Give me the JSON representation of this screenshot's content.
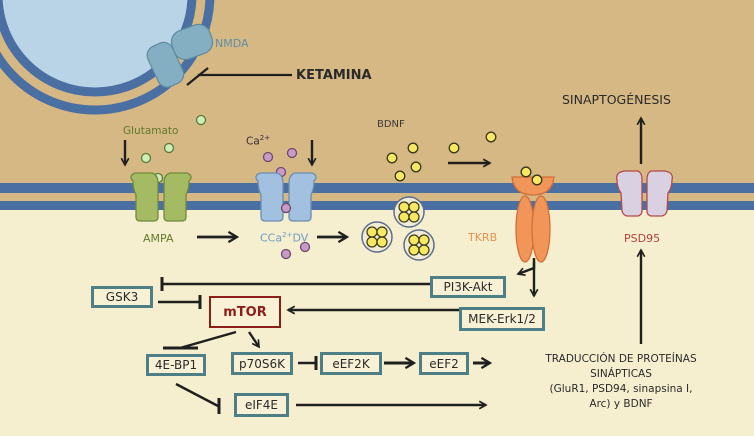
{
  "diagram": {
    "colors": {
      "extracellular": "#d6b884",
      "intracellular": "#f6efcf",
      "membrane": "#4a6fa3",
      "vesicle_fill": "#b9d4e6",
      "nmda": "#84aec2",
      "ampa": "#a5bb63",
      "cca_channel": "#a2c0df",
      "trkb": "#f19558",
      "psd95": "#d9d0e2",
      "glutamate": "#cfeeb6",
      "calcium": "#c79bc5",
      "bdnf": "#f6e764",
      "box_border": "#4e7f86",
      "mtor_border": "#8b1d1a",
      "arrow": "#1f1f1f"
    },
    "labels": {
      "nmda": "NMDA",
      "ketamina": "KETAMINA",
      "glutamato": "Glutamato",
      "calcium": "Ca",
      "calcium_sup": "2+",
      "bdnf": "BDNF",
      "sinaptogenesis": "SINAPTOGÉNESIS",
      "ampa": "AMPA",
      "cca_prefix": "CCa",
      "cca_sup": "2+",
      "cca_suffix": "DV",
      "tkrb": "TKRB",
      "psd95": "PSD95"
    },
    "nodes": {
      "pi3k_akt": "PI3K-Akt",
      "mek_erk": "MEK-Erk1/2",
      "gsk3": "GSK3",
      "mtor": "mTOR",
      "e4bp1": "4E-BP1",
      "p70s6k": "p70S6K",
      "eef2k": "eEF2K",
      "eef2": "eEF2",
      "eif4e": "eIF4E"
    },
    "translation": {
      "line1": "TRADUCCIÓN DE PROTEÍNAS",
      "line2": "SINÁPTICAS",
      "line3": "(GluR1, PSD94, sinapsina I,",
      "line4": "Arc) y BDNF"
    },
    "edges": [
      {
        "from": "Ketamina",
        "to": "NMDA",
        "type": "inhibition"
      },
      {
        "from": "Glutamato",
        "to": "AMPA",
        "type": "activation"
      },
      {
        "from": "AMPA",
        "to": "CCa2+DV",
        "type": "activation"
      },
      {
        "from": "CCa2+DV",
        "to": "BDNF vesicles",
        "type": "activation"
      },
      {
        "from": "BDNF",
        "to": "TKRB",
        "type": "activation"
      },
      {
        "from": "TKRB",
        "to": "PI3K-Akt",
        "type": "activation"
      },
      {
        "from": "TKRB",
        "to": "MEK-Erk1/2",
        "type": "activation"
      },
      {
        "from": "PI3K-Akt",
        "to": "GSK3",
        "type": "inhibition"
      },
      {
        "from": "MEK-Erk1/2",
        "to": "mTOR",
        "type": "activation"
      },
      {
        "from": "GSK3",
        "to": "mTOR",
        "type": "inhibition"
      },
      {
        "from": "mTOR",
        "to": "4E-BP1",
        "type": "inhibition"
      },
      {
        "from": "mTOR",
        "to": "p70S6K",
        "type": "activation"
      },
      {
        "from": "p70S6K",
        "to": "eEF2K",
        "type": "inhibition"
      },
      {
        "from": "eEF2K",
        "to": "eEF2",
        "type": "activation"
      },
      {
        "from": "eEF2",
        "to": "Traducción",
        "type": "activation"
      },
      {
        "from": "4E-BP1",
        "to": "eIF4E",
        "type": "inhibition"
      },
      {
        "from": "eIF4E",
        "to": "Traducción",
        "type": "activation"
      },
      {
        "from": "Traducción",
        "to": "PSD95",
        "type": "activation"
      },
      {
        "from": "PSD95",
        "to": "Sinaptogénesis",
        "type": "activation"
      }
    ]
  }
}
